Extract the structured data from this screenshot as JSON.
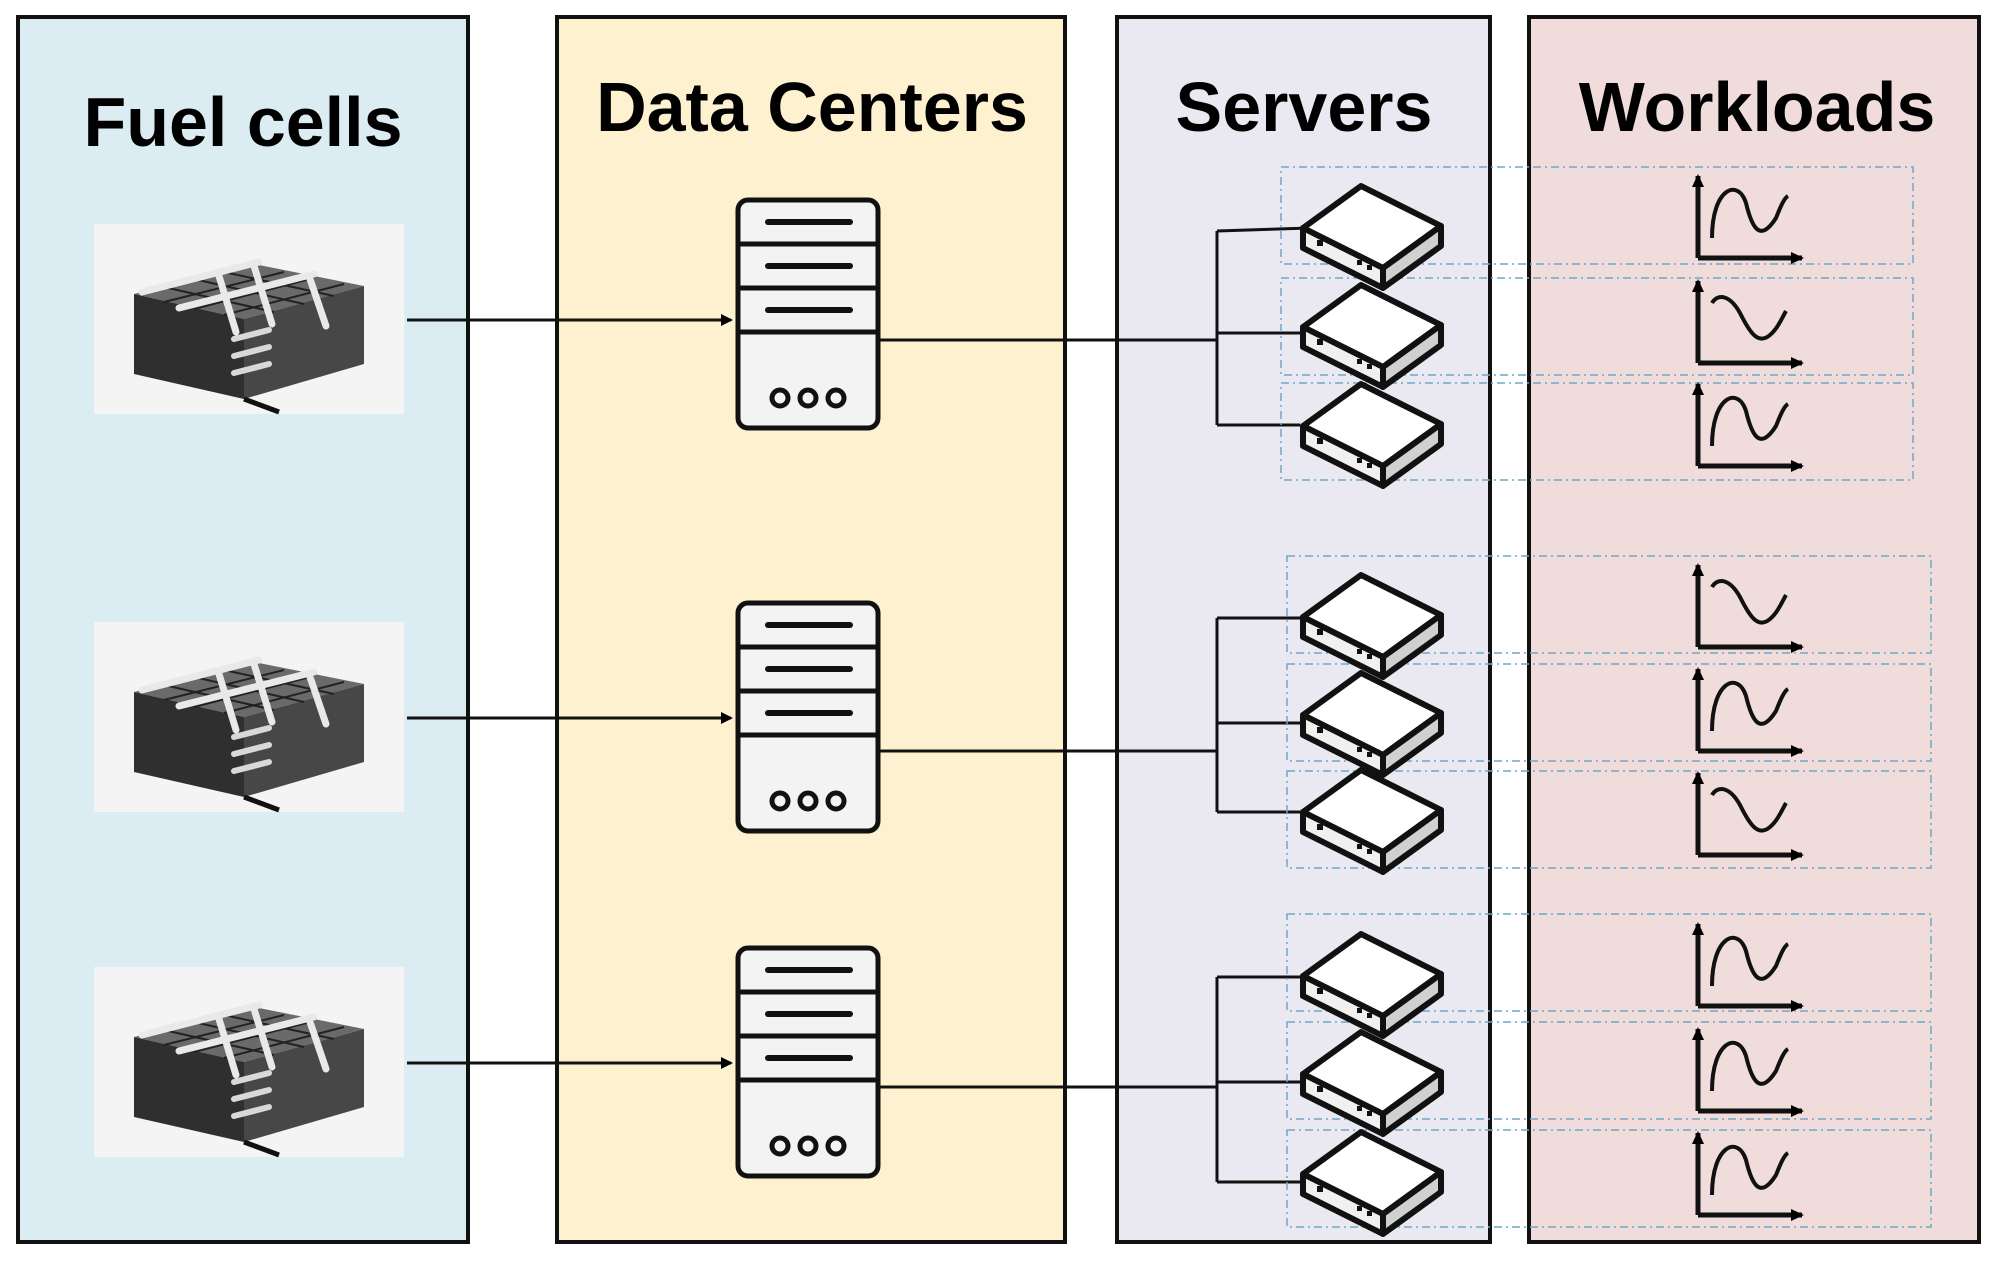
{
  "panels": [
    {
      "id": "fuel-cells",
      "title": "Fuel cells",
      "color": "#dbedf3"
    },
    {
      "id": "data-centers",
      "title": "Data Centers",
      "color": "#fdf1cf"
    },
    {
      "id": "servers",
      "title": "Servers",
      "color": "#eae8f0"
    },
    {
      "id": "workloads",
      "title": "Workloads",
      "color": "#f0dcdb"
    }
  ],
  "groups": [
    {
      "fuel_cell": "fuel-cell-icon",
      "data_center": "data-center-server-icon",
      "servers": 3,
      "workload_shapes": [
        "s-curve",
        "sine",
        "s-curve"
      ]
    },
    {
      "fuel_cell": "fuel-cell-icon",
      "data_center": "data-center-server-icon",
      "servers": 3,
      "workload_shapes": [
        "sine",
        "s-curve",
        "sine"
      ]
    },
    {
      "fuel_cell": "fuel-cell-icon",
      "data_center": "data-center-server-icon",
      "servers": 3,
      "workload_shapes": [
        "s-curve",
        "s-curve",
        "s-curve"
      ]
    }
  ],
  "colors": {
    "line": "#000000",
    "dashed_box": "#6fa8c7",
    "server_body": "#ffffff",
    "fuel_cell_body": "#3c3c3c"
  }
}
